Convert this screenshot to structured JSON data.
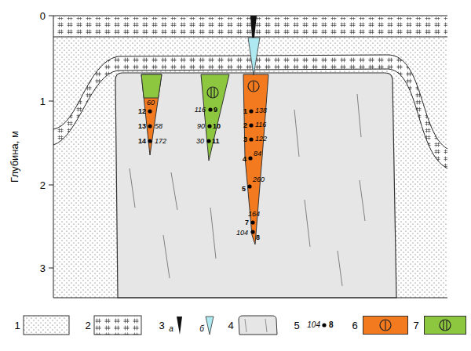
{
  "diagram": {
    "labels": [
      "Глубина, м",
      "0",
      "1",
      "2",
      "3",
      "1",
      "138",
      "2",
      "116",
      "3",
      "122",
      "4",
      "84",
      "5",
      "260",
      "7",
      "164",
      "104",
      "8",
      "116",
      "9",
      "90",
      "10",
      "30",
      "11",
      "60",
      "12",
      "13",
      "58",
      "14",
      "172",
      "а",
      "б",
      "104",
      "8"
    ],
    "legend": [
      {
        "text": "1"
      },
      {
        "text": "2"
      },
      {
        "text": "3"
      },
      {
        "text": "4"
      },
      {
        "text": "5"
      },
      {
        "text": "6",
        "color": "#f47a20"
      },
      {
        "text": "7",
        "color": "#8dc63f"
      }
    ]
  }
}
